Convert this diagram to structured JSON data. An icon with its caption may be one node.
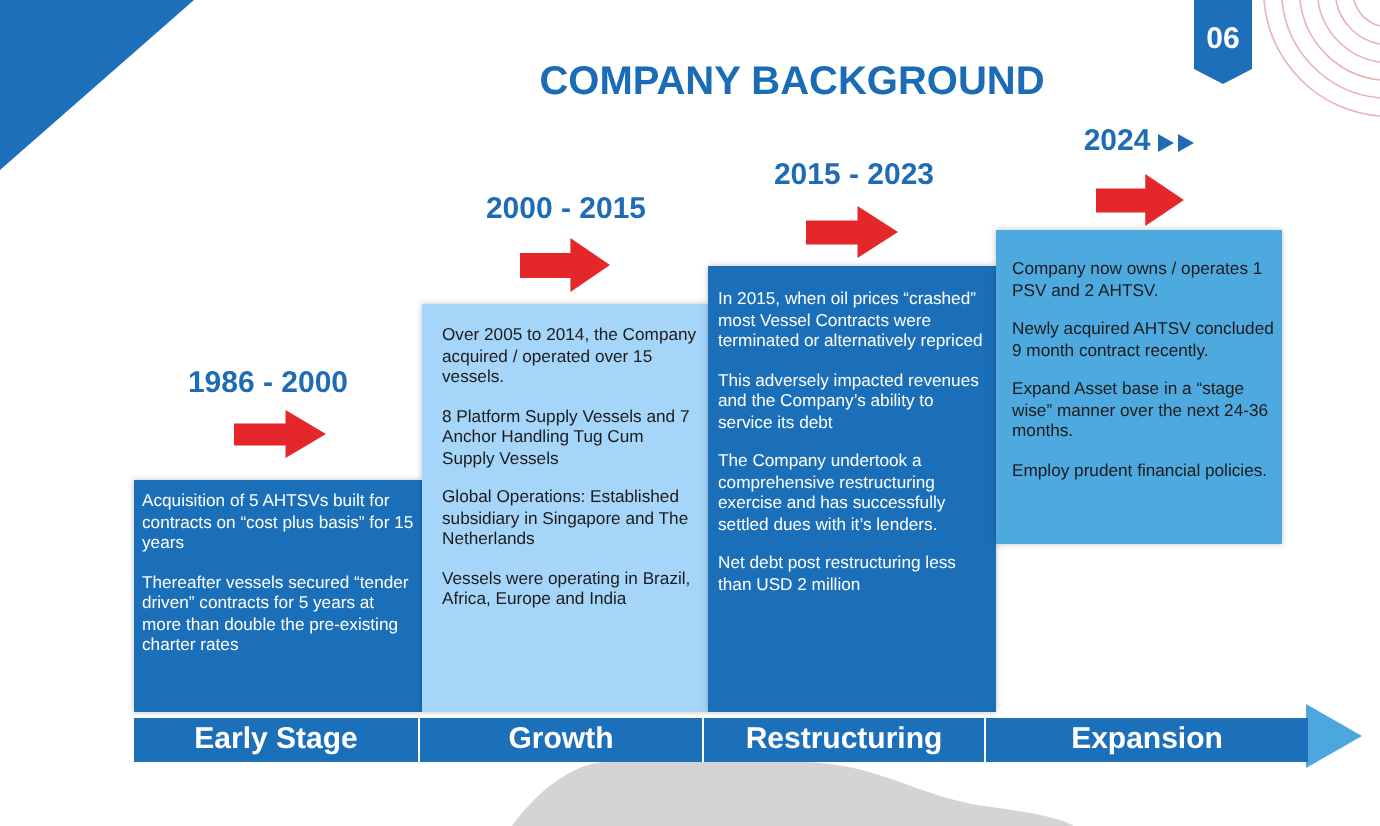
{
  "diagram": {
    "title": "COMPANY BACKGROUND",
    "nodes": [
      {
        "text": [
          "1986 - 2000",
          "Acquisition of 5 AHTSVs built for contracts on “cost plus basis” for 15 years",
          "Thereafter vessels secured “tender driven” contracts for 5 years at more than double the pre-existing charter rates"
        ]
      },
      {
        "text": [
          "2000 - 2015",
          "Over 2005 to 2014, the Company acquired / operated over 15 vessels.",
          "8 Platform Supply Vessels and 7 Anchor Handling Tug Cum Supply Vessels",
          "Global Operations: Established subsidiary in Singapore and The Netherlands",
          "Vessels were operating in Brazil, Africa, Europe and India"
        ]
      },
      {
        "text": [
          "2015 - 2023",
          "In 2015, when oil prices “crashed” most Vessel Contracts were terminated or alternatively repriced",
          "This adversely impacted revenues and the Company’s ability to service its debt",
          "The Company undertook a comprehensive restructuring exercise and has successfully settled dues with it’s lenders.",
          "Net debt post restructuring less than USD 2 million"
        ]
      },
      {
        "text": [
          "2024",
          "Company now owns / operates 1 PSV and 2 AHTSV.",
          "Newly acquired AHTSV concluded 9 month contract recently.",
          "Expand Asset base in a “stage wise” manner over the next 24-36 months.",
          "Employ prudent financial policies."
        ]
      },
      {
        "text": [
          "Early Stage"
        ]
      },
      {
        "text": [
          "Growth"
        ]
      },
      {
        "text": [
          "Restructuring"
        ]
      },
      {
        "text": [
          "Expansion"
        ]
      }
    ],
    "labels": [
      "06"
    ]
  }
}
